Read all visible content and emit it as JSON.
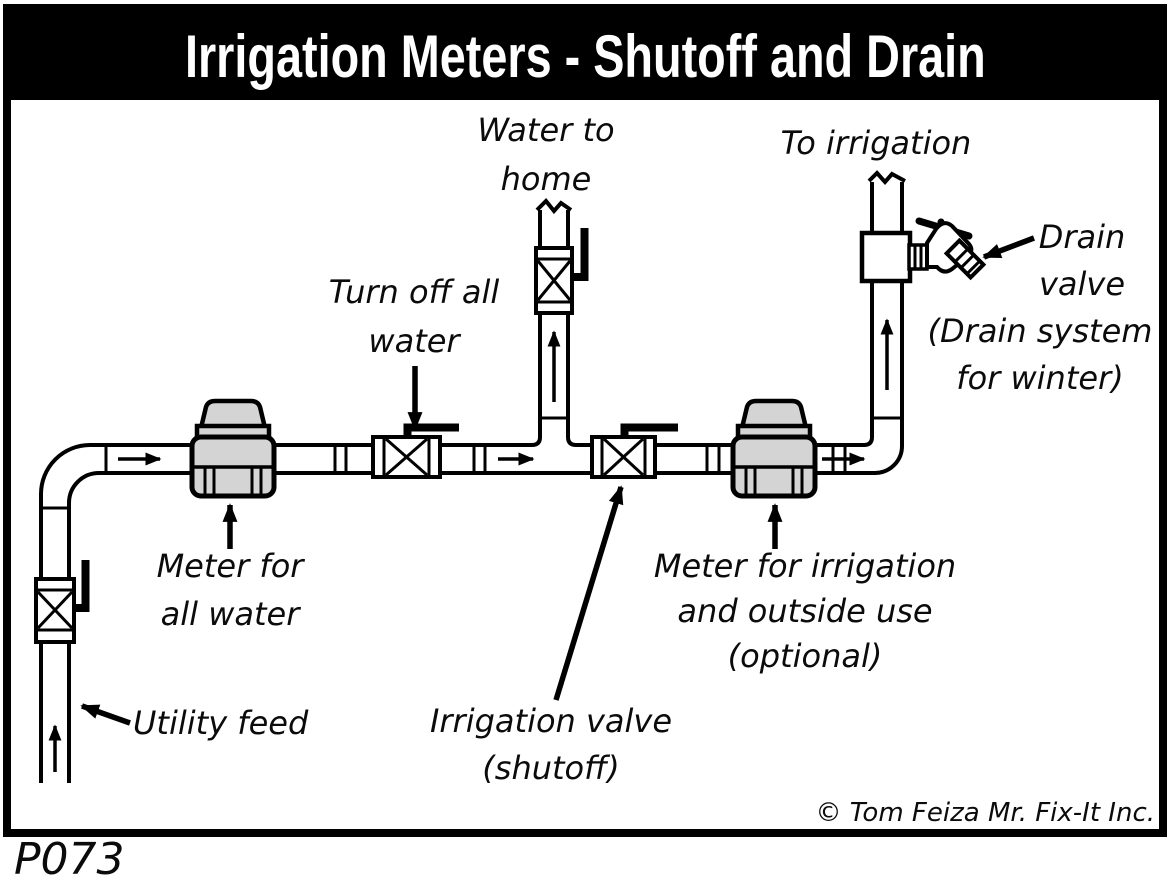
{
  "title": "Irrigation Meters - Shutoff and Drain",
  "figure_code": "P073",
  "copyright": "© Tom Feiza Mr. Fix-It Inc.",
  "colors": {
    "page_bg": "#ffffff",
    "line": "#000000",
    "meter_fill": "#d4d4d4",
    "title_bg": "#000000",
    "title_text": "#ffffff"
  },
  "labels": {
    "water_to_home": {
      "lines": [
        "Water to",
        "home"
      ]
    },
    "to_irrigation": {
      "lines": [
        "To irrigation"
      ]
    },
    "turn_off_all_water": {
      "lines": [
        "Turn off all",
        "water"
      ]
    },
    "drain_valve": {
      "lines": [
        "Drain",
        "valve",
        "(Drain system",
        "for winter)"
      ]
    },
    "meter_all_water": {
      "lines": [
        "Meter for",
        "all water"
      ]
    },
    "utility_feed": {
      "lines": [
        "Utility feed"
      ]
    },
    "irrigation_valve": {
      "lines": [
        "Irrigation valve",
        "(shutoff)"
      ]
    },
    "meter_irrigation": {
      "lines": [
        "Meter for irrigation",
        "and outside use",
        "(optional)"
      ]
    }
  }
}
